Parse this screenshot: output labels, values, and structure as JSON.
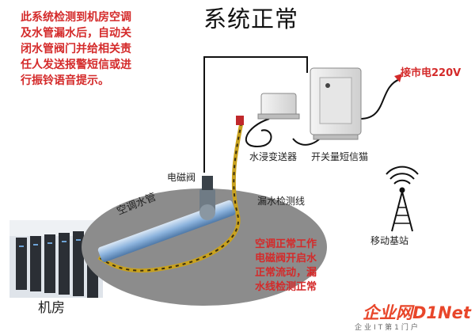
{
  "title": "系统正常",
  "top_note": {
    "lines": [
      "此系统检测到机房空调",
      "及水管漏水后，自动关",
      "闭水管阀门并给相关责",
      "任人发送报警短信或进",
      "行振铃语音提示。"
    ]
  },
  "labels": {
    "power": "接市电220V",
    "valve": "电磁阀",
    "sensor": "水浸变送器",
    "switch": "开关量短信猫",
    "leak_line": "漏水检测线",
    "pipe": "空调水管",
    "base_station": "移动基站",
    "machine_room": "机房"
  },
  "bottom_note": {
    "lines": [
      "空调正常工作",
      "电磁阀开启水",
      "正常流动，漏",
      "水线检测正常"
    ]
  },
  "watermark": {
    "brand": "企业网D1Net",
    "tagline": "企业IT第1门户"
  },
  "colors": {
    "accent_red": "#d42a2a",
    "leak_line": "#c9a21e",
    "pipe": "#7fa9d8",
    "ellipse": "#8c8c8c"
  }
}
